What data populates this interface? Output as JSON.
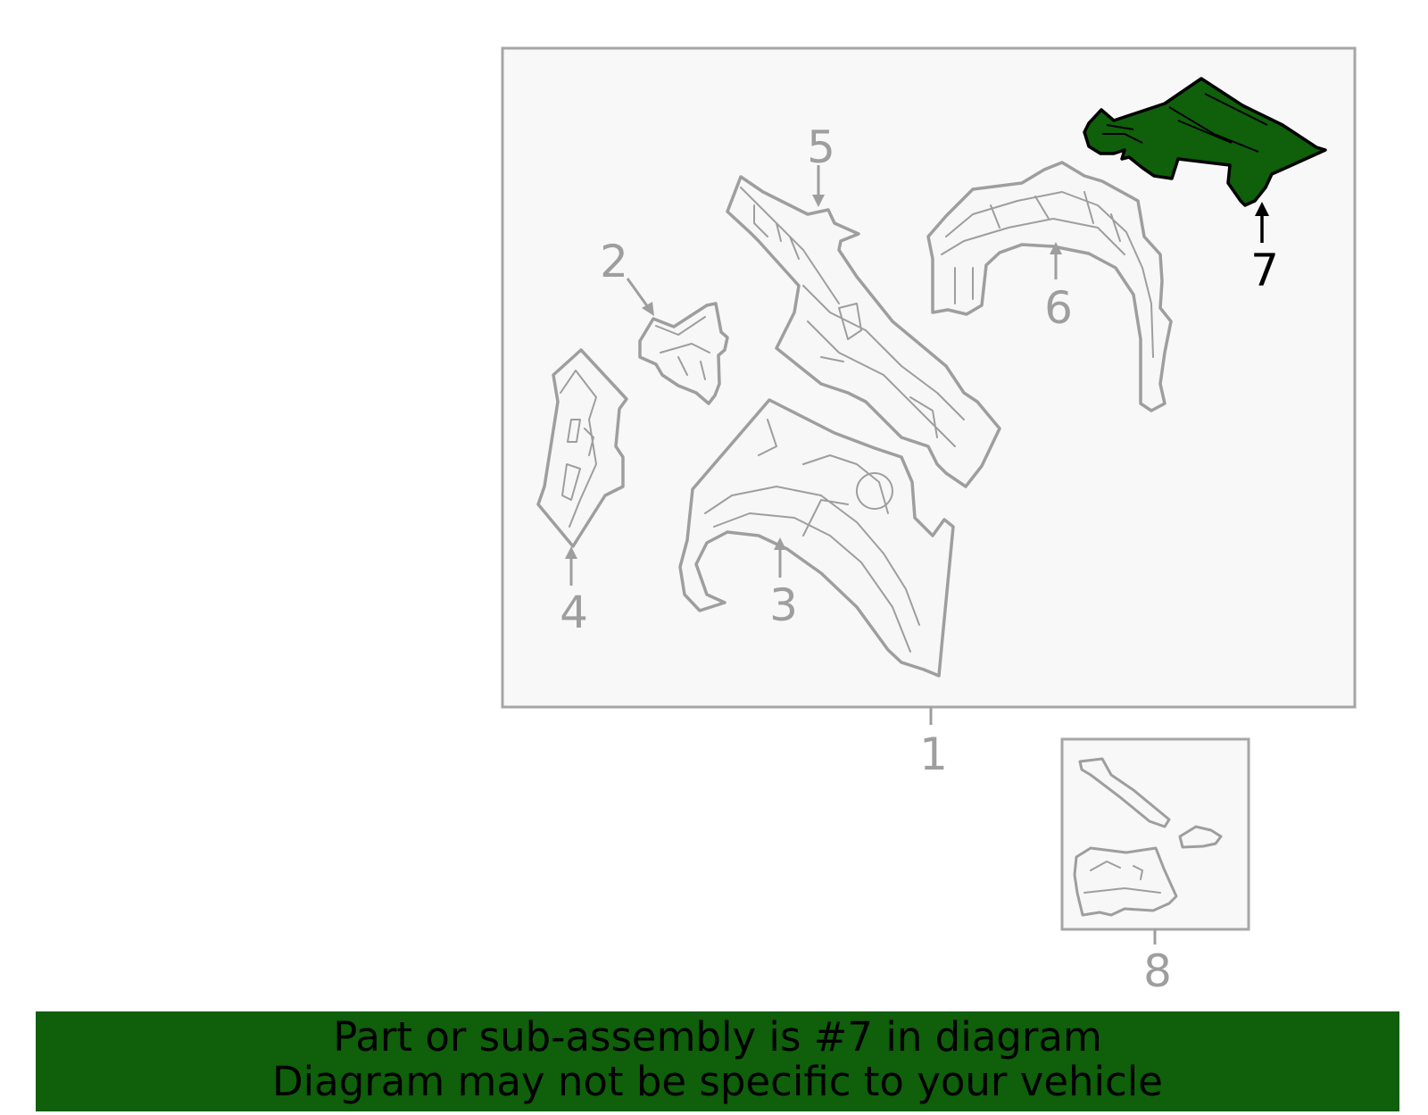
{
  "callouts": {
    "c1": "1",
    "c2": "2",
    "c3": "3",
    "c4": "4",
    "c5": "5",
    "c6": "6",
    "c7": "7",
    "c8": "8"
  },
  "highlight_color": "#0f5f0b",
  "outline_color": "#9e9e9e",
  "banner": {
    "line1": "Part or sub-assembly is #7 in diagram",
    "line2": "Diagram may not be specific to your vehicle"
  }
}
